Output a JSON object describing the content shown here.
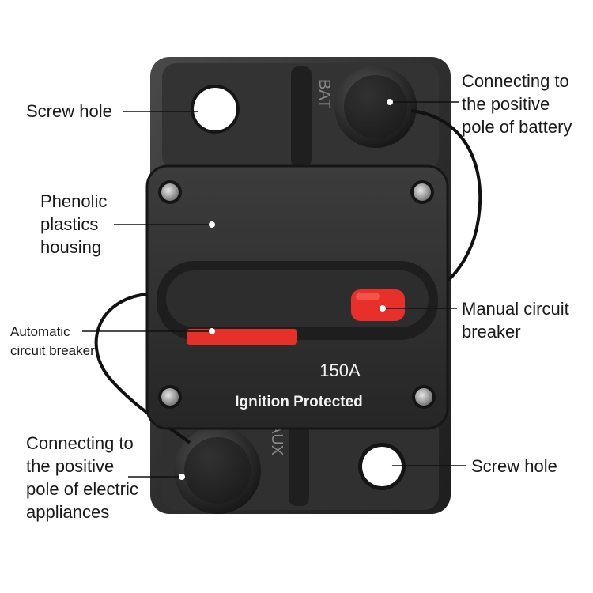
{
  "device": {
    "rating": "150A",
    "subtitle": "Ignition Protected",
    "top_terminal_mark": "BAT",
    "bottom_terminal_mark": "AUX"
  },
  "labels": {
    "screw_hole_top": "Screw hole",
    "battery_line1": "Connecting to",
    "battery_line2": "the positive",
    "battery_line3": "pole of battery",
    "housing_line1": "Phenolic",
    "housing_line2": "plastics",
    "housing_line3": "housing",
    "manual_line1": "Manual circuit",
    "manual_line2": "breaker",
    "auto_line1": "Automatic",
    "auto_line2": "circuit breaker",
    "appliance_line1": "Connecting to",
    "appliance_line2": "the positive",
    "appliance_line3": "pole of electric",
    "appliance_line4": "appliances",
    "screw_hole_bottom": "Screw hole"
  },
  "colors": {
    "housing": "#3a3a3a",
    "housing_dark": "#222222",
    "button_red": "#e8302b",
    "leader": "#111111"
  }
}
